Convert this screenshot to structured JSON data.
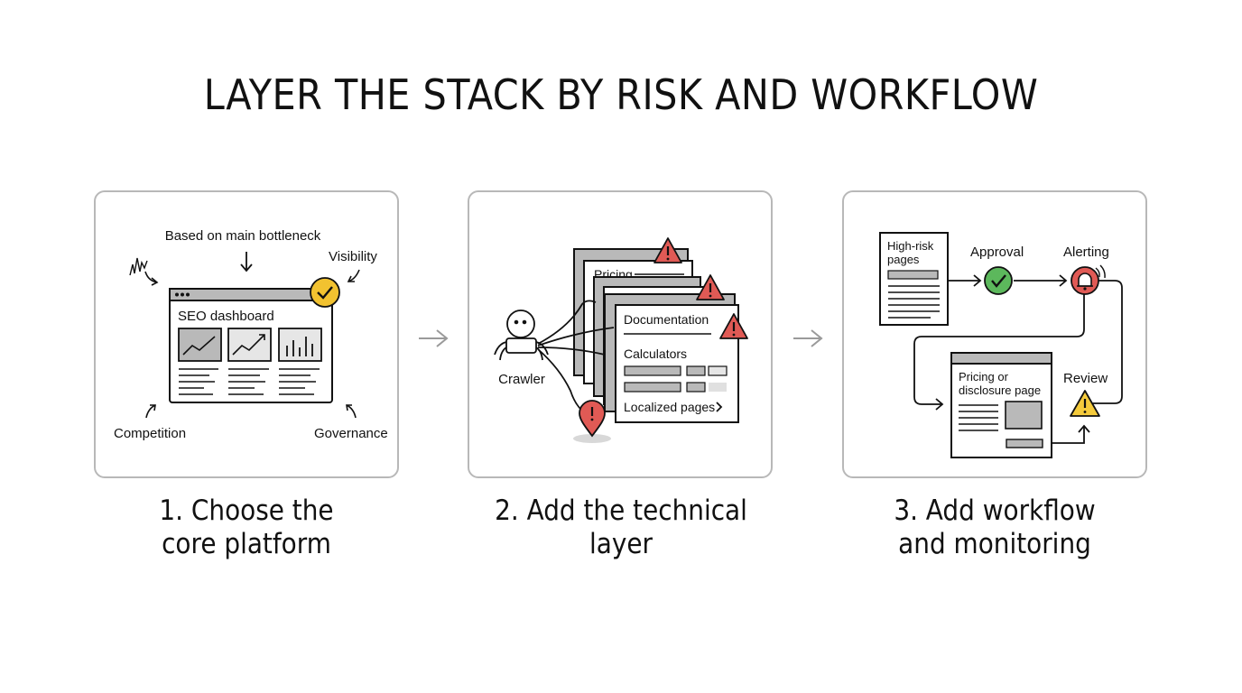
{
  "title": "LAYER THE STACK BY RISK AND WORKFLOW",
  "steps": [
    {
      "line1": "1. Choose the",
      "line2": "core platform",
      "labels": {
        "top": "Based on main bottleneck",
        "visibility": "Visibility",
        "dashboard": "SEO dashboard",
        "competition": "Competition",
        "governance": "Governance"
      }
    },
    {
      "line1": "2. Add the technical",
      "line2": "layer",
      "labels": {
        "crawler": "Crawler",
        "pricing": "Pricing",
        "documentation": "Documentation",
        "calculators": "Calculators",
        "localized": "Localized pages"
      }
    },
    {
      "line1": "3. Add workflow",
      "line2": "and monitoring",
      "labels": {
        "highrisk1": "High-risk",
        "highrisk2": "pages",
        "approval": "Approval",
        "alerting": "Alerting",
        "pricing1": "Pricing or",
        "pricing2": "disclosure page",
        "review": "Review"
      }
    }
  ],
  "colors": {
    "warning_red": "#e05a55",
    "check_green": "#5cb85c",
    "badge_yellow": "#f2c230",
    "alert_yellow": "#f5cb3c",
    "gray_fill": "#b9b9b9",
    "border": "#b8b8b8"
  },
  "icons": [
    "check-icon",
    "warning-icon",
    "bell-icon",
    "location-pin-icon",
    "arrow-right-icon",
    "chevron-right-icon"
  ]
}
